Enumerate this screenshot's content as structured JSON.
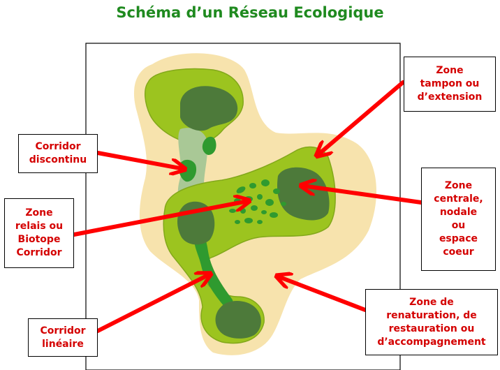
{
  "title": "Schéma d’un Réseau Ecologique",
  "labels": {
    "buffer_zone": [
      "Zone",
      "tampon ou",
      "d’extension"
    ],
    "discontinuous_corridor": [
      "Corridor",
      "discontinu"
    ],
    "relay_zone": [
      "Zone",
      "relais ou",
      "Biotope",
      "Corridor"
    ],
    "core_zone": [
      "Zone",
      "centrale,",
      "nodale",
      "ou",
      "espace",
      "coeur"
    ],
    "restoration_zone": [
      "Zone de",
      "renaturation, de",
      "restauration ou",
      "d’accompagnement"
    ],
    "linear_corridor": [
      "Corridor",
      "linéaire"
    ]
  },
  "colors": {
    "title": "#1f8a1f",
    "label_text": "#d40000",
    "arrow": "#ff0000",
    "outer_zone": "#f7e3ad",
    "buffer_green": "#9cc41f",
    "core_dark": "#4d7a3a",
    "corridor_light": "#a9c896",
    "corridor_green": "#2f9a2f"
  }
}
